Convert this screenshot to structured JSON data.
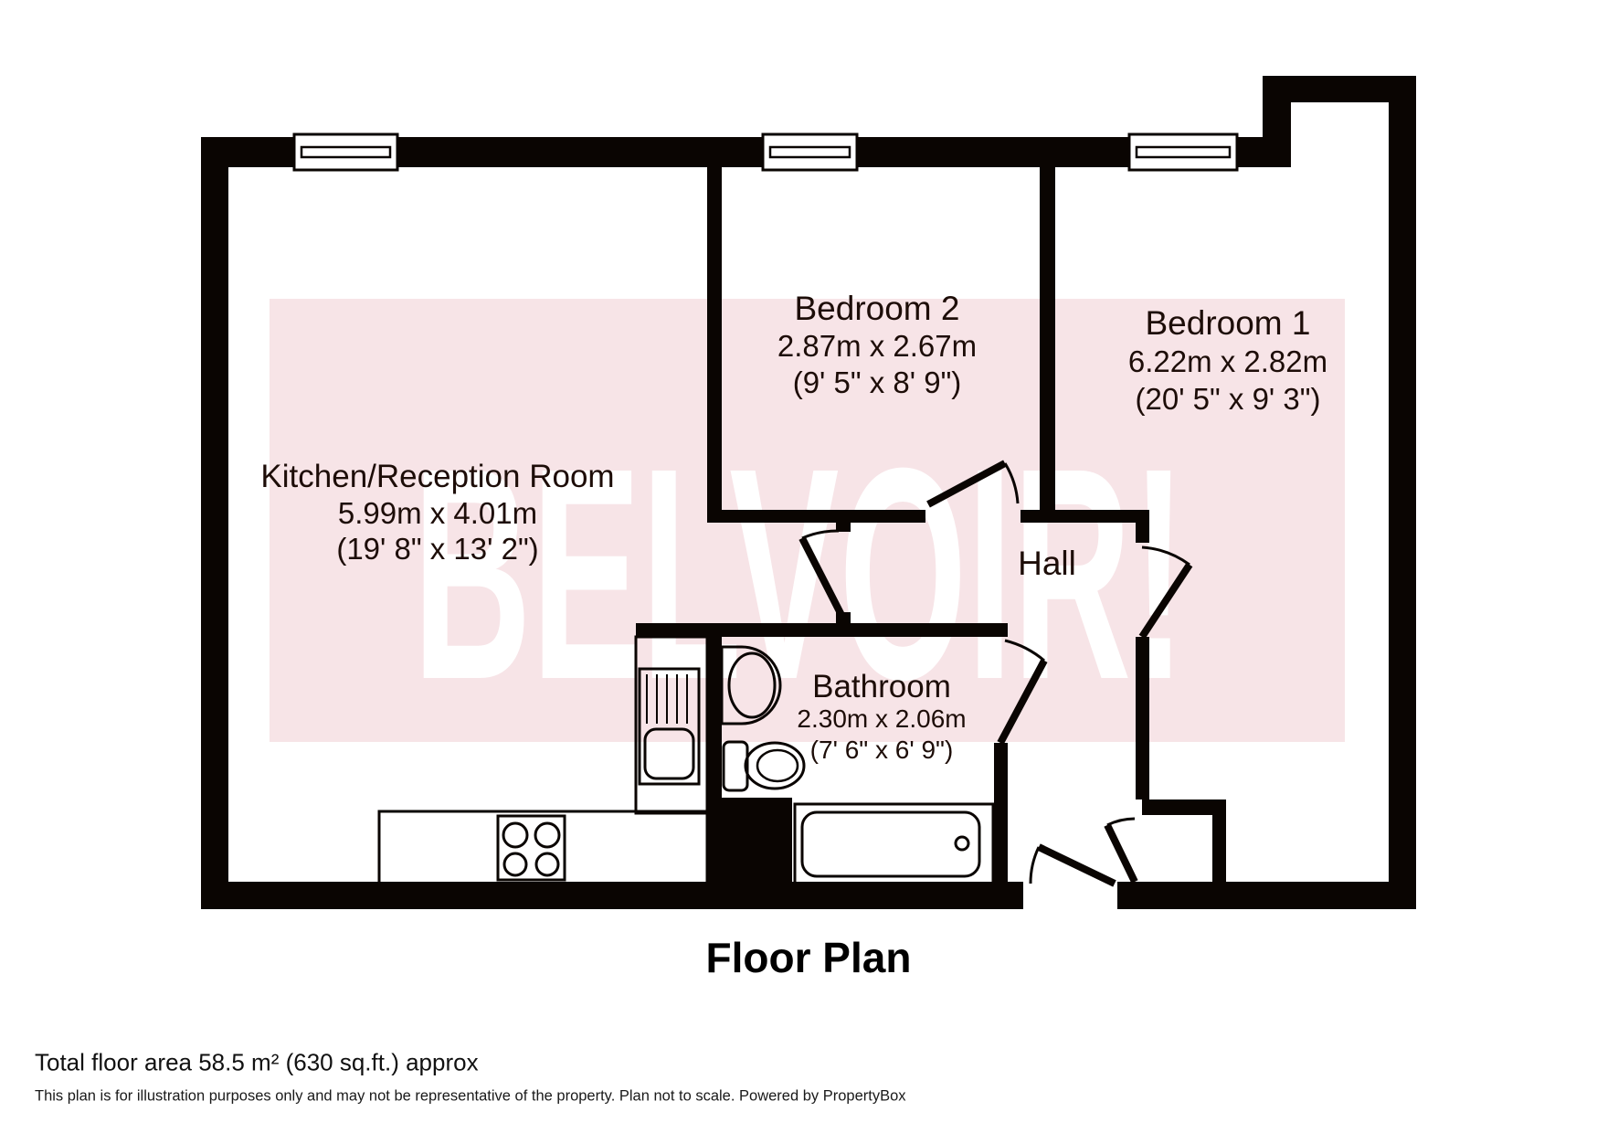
{
  "plan": {
    "watermark": "BELVOIR!",
    "title": "Floor Plan",
    "rooms": [
      {
        "id": "kitchen-reception",
        "name": "Kitchen/Reception Room",
        "dim_metric": "5.99m x 4.01m",
        "dim_imperial": "(19' 8\" x 13' 2\")"
      },
      {
        "id": "bedroom-2",
        "name": "Bedroom 2",
        "dim_metric": "2.87m x 2.67m",
        "dim_imperial": "(9' 5\" x 8' 9\")"
      },
      {
        "id": "bedroom-1",
        "name": "Bedroom 1",
        "dim_metric": "6.22m x 2.82m",
        "dim_imperial": "(20' 5\" x 9' 3\")"
      },
      {
        "id": "hall",
        "name": "Hall"
      },
      {
        "id": "bathroom",
        "name": "Bathroom",
        "dim_metric": "2.30m x 2.06m",
        "dim_imperial": "(7' 6\" x 6' 9\")"
      }
    ],
    "footer": {
      "total_area": "Total floor area 58.5 m² (630 sq.ft.) approx",
      "disclaimer": "This plan is for illustration purposes only and may not be representative of the property. Plan not to scale. Powered by PropertyBox"
    },
    "colors": {
      "wall": "#0a0502",
      "watermark_band": "#f7e4e7",
      "watermark_text": "#ffffff",
      "label_text": "#1d0d08"
    }
  }
}
